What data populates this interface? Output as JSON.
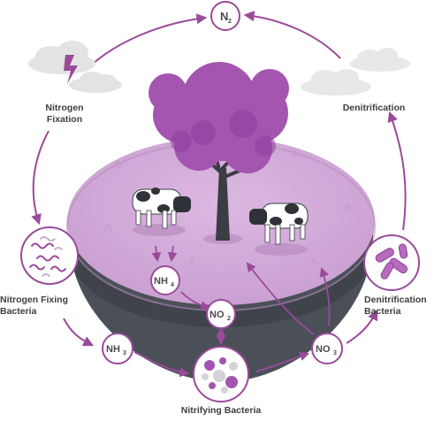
{
  "nodes": {
    "n2": {
      "main": "N",
      "sub": "2"
    },
    "nh4": {
      "main": "NH",
      "sub": "4"
    },
    "no2": {
      "main": "NO",
      "sub": "2"
    },
    "nh3": {
      "main": "NH",
      "sub": "3"
    },
    "no3": {
      "main": "NO",
      "sub": "3"
    }
  },
  "labels": {
    "nitrogen_fixation": "Nitrogen\nFixation",
    "denitrification": "Denitrification",
    "nitrogen_fixing_bacteria": "Nitrogen Fixing\nBacteria",
    "denitrification_bacteria": "Denitrification\nBacteria",
    "nitrifying_bacteria": "Nitrifying Bacteria"
  },
  "stock_id": "1773255230",
  "colors": {
    "accent": "#9b4a9a",
    "tree": "#a455b0",
    "ground_top": "#d6b0dc",
    "soil": "#4b5058",
    "node_text": "#4a4a52"
  }
}
